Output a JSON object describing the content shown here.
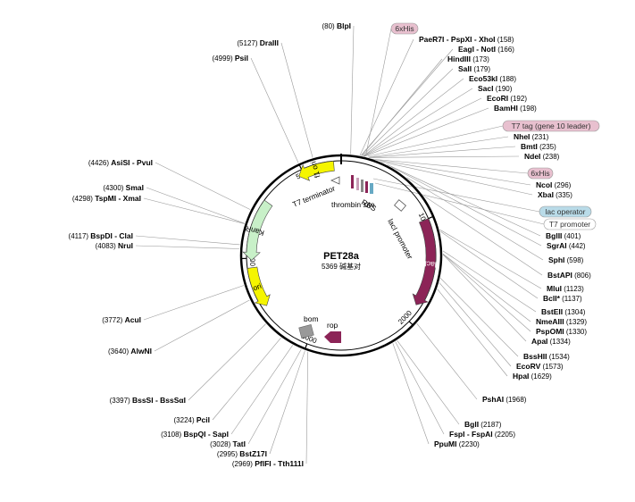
{
  "plasmid": {
    "name": "PET28a",
    "length_text": "5369 碱基对"
  },
  "sites_right": [
    {
      "pos": 158,
      "name": "PaeR7I - PspXI - XhoI"
    },
    {
      "pos": 166,
      "name": "EagI - NotI"
    },
    {
      "pos": 173,
      "name": "HindIII"
    },
    {
      "pos": 179,
      "name": "SalI"
    },
    {
      "pos": 188,
      "name": "Eco53kI"
    },
    {
      "pos": 190,
      "name": "SacI"
    },
    {
      "pos": 192,
      "name": "EcoRI"
    },
    {
      "pos": 198,
      "name": "BamHI"
    },
    {
      "pos": 231,
      "name": "NheI"
    },
    {
      "pos": 235,
      "name": "BmtI"
    },
    {
      "pos": 238,
      "name": "NdeI"
    },
    {
      "pos": 296,
      "name": "NcoI"
    },
    {
      "pos": 335,
      "name": "XbaI"
    },
    {
      "pos": 401,
      "name": "BglII"
    },
    {
      "pos": 442,
      "name": "SgrAI"
    },
    {
      "pos": 598,
      "name": "SphI"
    },
    {
      "pos": 806,
      "name": "BstAPI"
    },
    {
      "pos": 1123,
      "name": "MluI"
    },
    {
      "pos": 1137,
      "name": "BclI*"
    },
    {
      "pos": 1304,
      "name": "BstEII"
    },
    {
      "pos": 1329,
      "name": "NmeAIII"
    },
    {
      "pos": 1330,
      "name": "PspOMI"
    },
    {
      "pos": 1334,
      "name": "ApaI"
    },
    {
      "pos": 1534,
      "name": "BssHII"
    },
    {
      "pos": 1573,
      "name": "EcoRV"
    },
    {
      "pos": 1629,
      "name": "HpaI"
    },
    {
      "pos": 1968,
      "name": "PshAI"
    },
    {
      "pos": 2187,
      "name": "BglI"
    },
    {
      "pos": 2205,
      "name": "FspI - FspAI"
    },
    {
      "pos": 2230,
      "name": "PpuMI"
    }
  ],
  "sites_left": [
    {
      "pos": 80,
      "name": "BlpI"
    },
    {
      "pos": 5127,
      "name": "DraIII"
    },
    {
      "pos": 4999,
      "name": "PsiI"
    },
    {
      "pos": 4426,
      "name": "AsiSI - PvuI"
    },
    {
      "pos": 4300,
      "name": "SmaI"
    },
    {
      "pos": 4298,
      "name": "TspMI - XmaI"
    },
    {
      "pos": 4117,
      "name": "BspDI - ClaI"
    },
    {
      "pos": 4083,
      "name": "NruI"
    },
    {
      "pos": 3772,
      "name": "AcuI"
    },
    {
      "pos": 3640,
      "name": "AlwNI"
    },
    {
      "pos": 3397,
      "name": "BssSI - BssSαI"
    },
    {
      "pos": 3224,
      "name": "PciI"
    },
    {
      "pos": 3108,
      "name": "BspQI - SapI"
    },
    {
      "pos": 3028,
      "name": "TatI"
    },
    {
      "pos": 2995,
      "name": "BstZ17I"
    },
    {
      "pos": 2969,
      "name": "PflFI - Tth111I"
    }
  ],
  "feature_pills": [
    {
      "name": "6xHis",
      "color": "#e8c0cf"
    },
    {
      "name": "T7 tag (gene 10 leader)",
      "color": "#e8c0cf"
    },
    {
      "name": "6xHis",
      "color": "#e8c0cf"
    },
    {
      "name": "lac operator",
      "color": "#b9dbe8"
    },
    {
      "name": "T7 promoter",
      "color": "#ffffff"
    }
  ],
  "features": [
    {
      "name": "lacI",
      "start": 1000,
      "end": 1840,
      "color": "#8c2457",
      "dir": "cw"
    },
    {
      "name": "KanR",
      "start": 4560,
      "end": 3980,
      "color": "#c8f0c8",
      "dir": "ccw"
    },
    {
      "name": "ori",
      "start": 3910,
      "end": 3520,
      "color": "#f5f500",
      "dir": "ccw"
    },
    {
      "name": "f1 ori",
      "start": 5300,
      "end": 4950,
      "color": "#f5f500",
      "dir": "ccw"
    }
  ],
  "feature_text_labels": {
    "t7_terminator": "T7 terminator",
    "thrombin_site": "thrombin site",
    "rbs": "RBS",
    "laci_promoter": "lacI promoter",
    "bom": "bom",
    "rop": "rop"
  },
  "ticks": [
    {
      "pos": 1000,
      "label": "1000"
    },
    {
      "pos": 2000,
      "label": "2000"
    },
    {
      "pos": 3000,
      "label": "3000"
    },
    {
      "pos": 4000,
      "label": "4000"
    },
    {
      "pos": 5000,
      "label": "5000"
    }
  ],
  "colors": {
    "backbone": "#000000",
    "rop": "#8c2457",
    "bom": "#999999",
    "pill_border": "#999999"
  }
}
